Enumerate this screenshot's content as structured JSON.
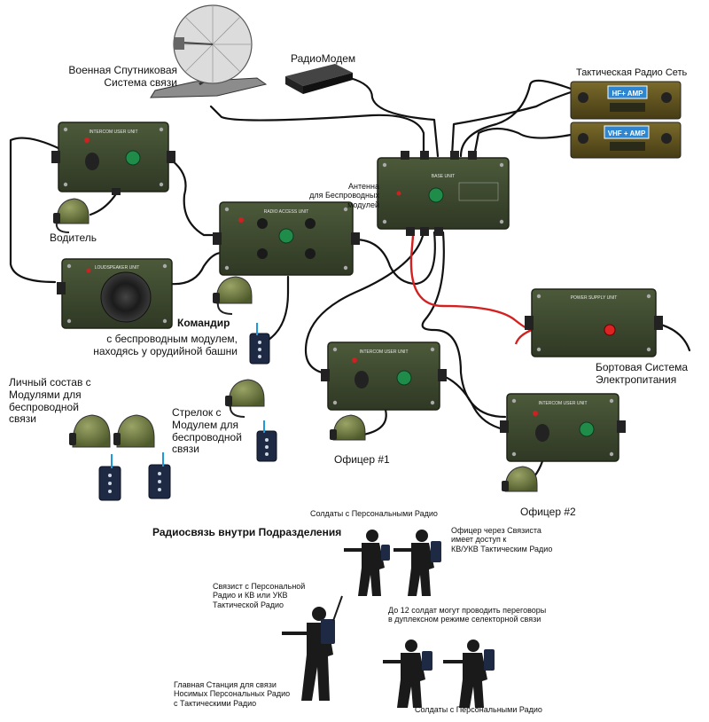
{
  "labels": {
    "satellite": "Военная Спутниковая\nСистема связи",
    "radiomodem": "РадиоМодем",
    "tactical_net": "Тактическая Радио Сеть",
    "antenna": "Антенна\nдля Беспроводных модулей",
    "driver": "Водитель",
    "commander_title": "Командир",
    "commander_desc": "с беспроводным модулем,\nнаходясь у орудийной башни",
    "personnel": "Личный состав с\nМодулями для\nбеспроводной\nсвязи",
    "gunner": "Стрелок  с\nМодулем для\nбеспроводной\nсвязи",
    "officer1": "Офицер #1",
    "officer2": "Офицер #2",
    "power_system": "Бортовая Система\nЭлектропитания",
    "unit_radio_title": "Радиосвязь внутри Подразделения",
    "soldiers_top": "Солдаты с Персональными Радио",
    "officer_via": "Офицер через Связиста\nимеет доступ к\nКВ/УКВ Тактическим Радио",
    "signalman": "Связист с Персональной\nРадио и КВ или УКВ\nТактической Радио",
    "duplex": "До 12 солдат могут проводить переговоры\nв дуплексном режиме селекторной связи",
    "main_station": "Главная Станция для связи\nНосимых Персональных Радио\nс Тактическими Радио",
    "soldiers_bottom": "Солдаты с Персональными Радио"
  },
  "devices": {
    "hf_amp": "HF+ AMP",
    "vhf_amp": "VHF + AMP",
    "intercom": "INTERCOM USER UNIT",
    "radio_access": "RADIO ACCESS UNIT",
    "base": "BASE UNIT",
    "loudspeaker": "LOUDSPEAKER UNIT",
    "power_supply": "POWER SUPPLY UNIT"
  },
  "colors": {
    "box": "#3e4a30",
    "box_dark": "#2c3522",
    "knob_green": "#1f8c4a",
    "cable": "#111111",
    "power_cable": "#d42020",
    "amp_screen": "#2f86d0",
    "radio_body": "#5b5120",
    "helmet": "#6b7740",
    "wireless_module": "#1e2a44"
  }
}
